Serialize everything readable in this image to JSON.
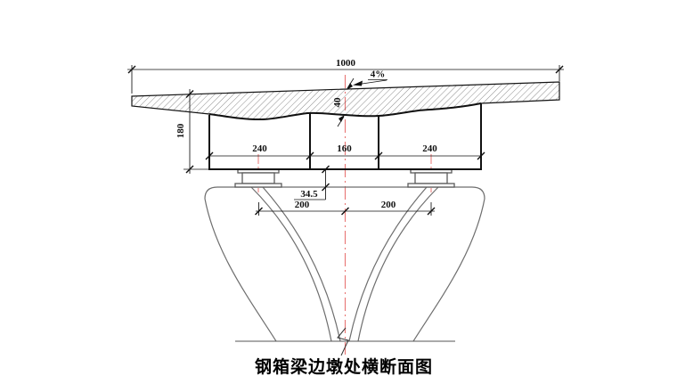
{
  "figure": {
    "title": "钢箱梁边墩处横断面图",
    "dimensions": {
      "total_width": "1000",
      "cross_slope": "4%",
      "deck_thickness_center": "40",
      "girder_height": "180",
      "girder_cell_left": "240",
      "girder_cell_center": "160",
      "girder_cell_right": "240",
      "bearing_height": "34.5",
      "bearing_offset_left": "200",
      "bearing_offset_right": "200"
    },
    "colors": {
      "outline": "#141414",
      "pier_line": "#6e6e6e",
      "bearing_line": "#5a5a5a",
      "centerline_red": "#e87573"
    }
  }
}
